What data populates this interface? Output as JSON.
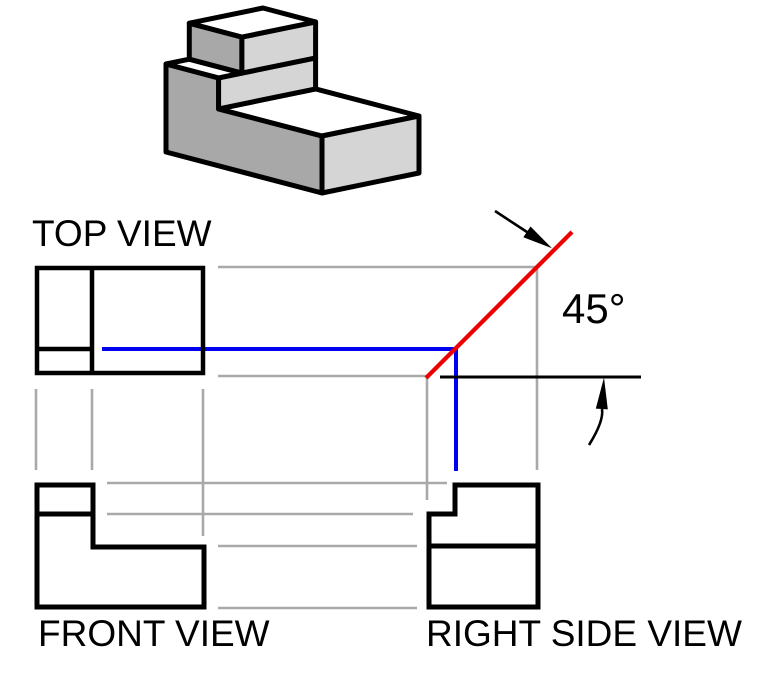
{
  "labels": {
    "top_view": "TOP VIEW",
    "front_view": "FRONT VIEW",
    "right_side_view": "RIGHT SIDE VIEW",
    "angle": "45°"
  },
  "colors": {
    "outline": "#000000",
    "projection_line": "#a9a9a9",
    "fold_line_blue": "#0000ee",
    "miter_line_red": "#ee0000",
    "reference_line_black": "#000000",
    "iso_face_front": "#a8a8a8",
    "iso_face_side": "#d5d5d5",
    "iso_face_top": "#ffffff",
    "text": "#000000",
    "background": "#ffffff"
  }
}
